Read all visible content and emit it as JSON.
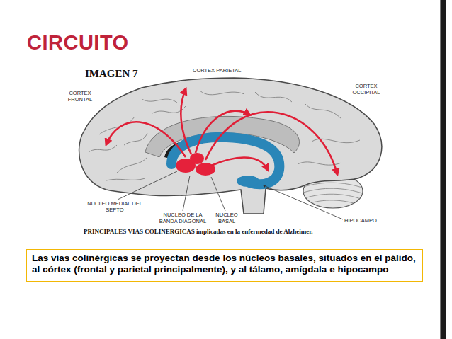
{
  "diagram": {
    "title": "CIRCUITO",
    "caption": "PRINCIPALES VIAS COLINERGICAS implicadas en la enfermedad de Alzheimer.",
    "nodes": [
      {
        "text": [
          "Las vías colinérgicas se proyectan desde los núcleos basales, situados en el pálido, al córtex (frontal y parietal principalmente), y al tálamo, amígdala e hipocampo"
        ]
      }
    ],
    "labels": [
      "IMAGEN 7",
      "CORTEX PARIETAL",
      "CORTEX FRONTAL",
      "CORTEX OCCIPITAL",
      "NUCLEO MEDIAL DEL SEPTO",
      "NUCLEO DE LA BANDA DIAGONAL",
      "NUCLEO BASAL",
      "HIPOCAMPO"
    ]
  }
}
